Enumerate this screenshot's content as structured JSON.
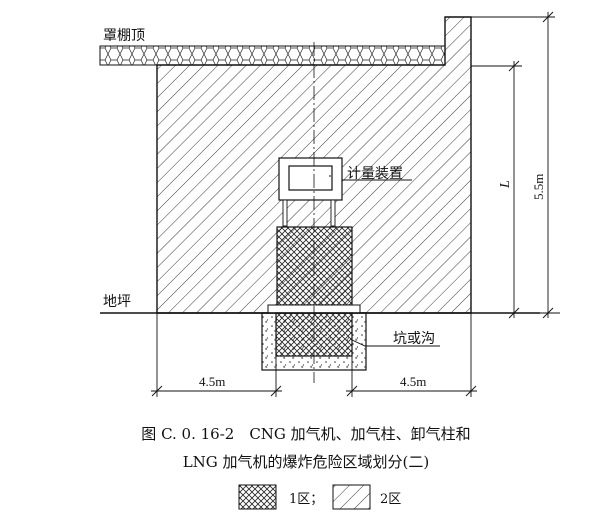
{
  "labels": {
    "canopy_top": "罩棚顶",
    "ground": "地坪",
    "metering_device": "计量装置",
    "pit_or_trench": "坑或沟",
    "dim_height_total": "5.5m",
    "dim_height_L": "L",
    "dim_left": "4.5m",
    "dim_right": "4.5m"
  },
  "caption": {
    "line1": "图 C. 0. 16-2　CNG 加气机、加气柱、卸气柱和",
    "line2": "LNG 加气机的爆炸危险区域划分(二)"
  },
  "legend": {
    "zone1": "1区；",
    "zone2": "2区"
  },
  "colors": {
    "stroke": "#111111",
    "background": "#ffffff"
  }
}
